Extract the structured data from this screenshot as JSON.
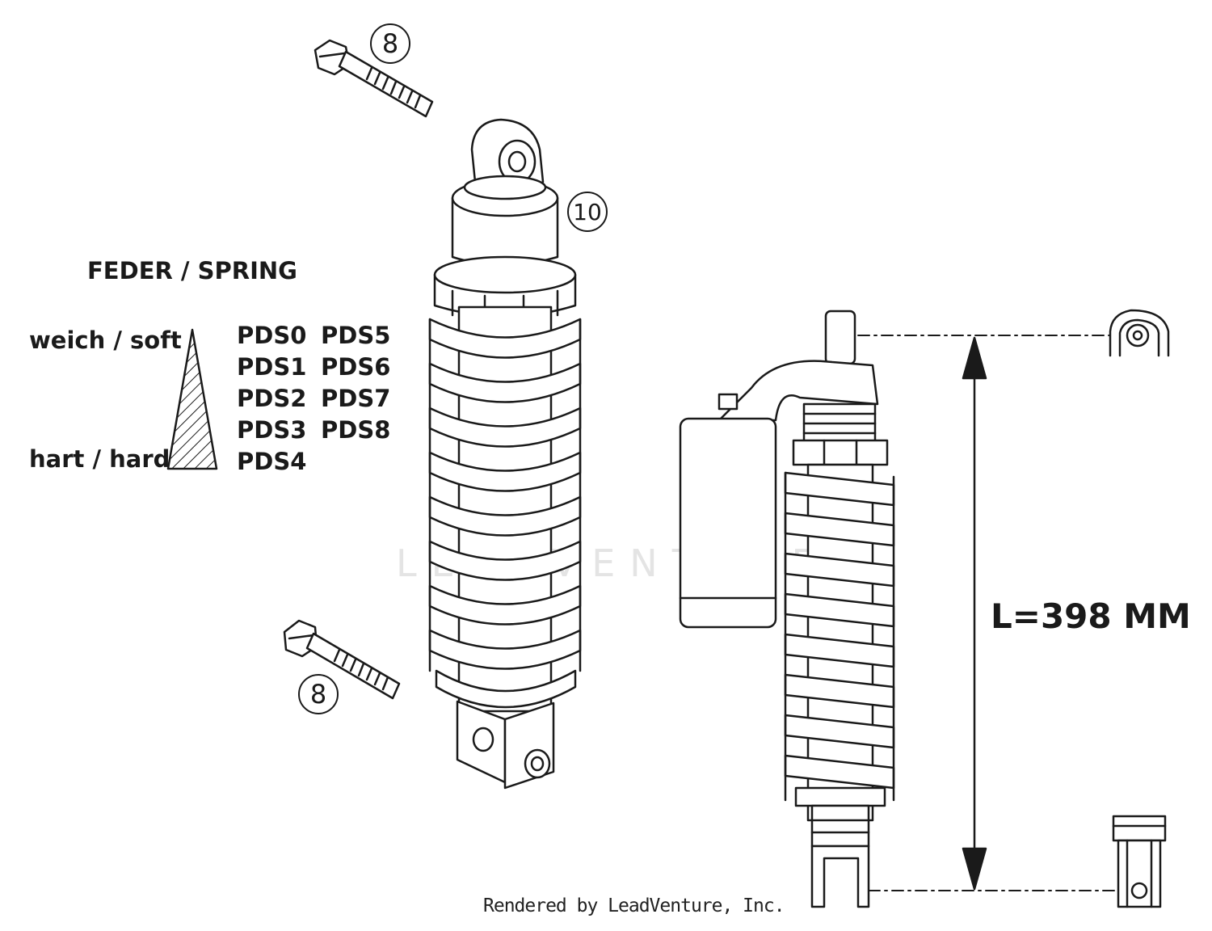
{
  "legend": {
    "title": "FEDER / SPRING",
    "soft_label": "weich / soft",
    "hard_label": "hart / hard",
    "springs_col1": [
      "PDS0",
      "PDS1",
      "PDS2",
      "PDS3",
      "PDS4"
    ],
    "springs_col2": [
      "PDS5",
      "PDS6",
      "PDS7",
      "PDS8"
    ]
  },
  "callouts": {
    "top_bolt": "8",
    "bottom_bolt": "8",
    "shock_absorber": "10"
  },
  "dimension": {
    "length_label": "L=398 MM"
  },
  "footer": {
    "credit": "Rendered by LeadVenture, Inc."
  },
  "watermark": "LEADVENTURE",
  "colors": {
    "line": "#1a1a1a",
    "watermark": "#e4e4e4",
    "background": "#ffffff"
  }
}
